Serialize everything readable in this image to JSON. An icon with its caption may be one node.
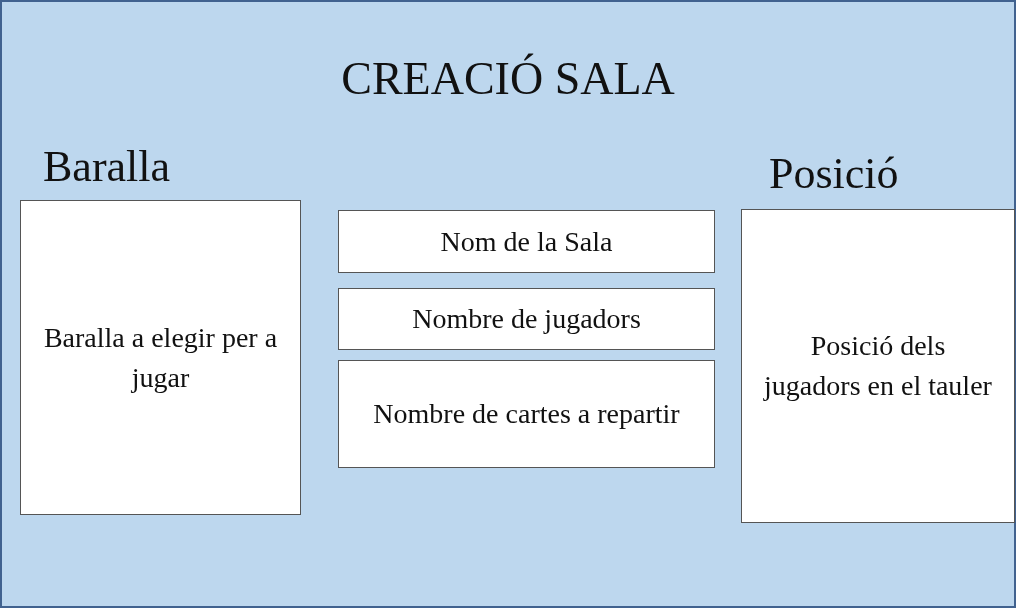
{
  "diagram": {
    "nodes": [
      {
        "text": [
          "CREACIÓ SALA"
        ]
      },
      {
        "text": [
          "Baralla",
          "Baralla a elegir per a jugar"
        ],
        "in": 0
      },
      {
        "text": [
          "Nom de la Sala"
        ],
        "in": 0
      },
      {
        "text": [
          "Nombre de jugadors"
        ],
        "in": 0
      },
      {
        "text": [
          "Nombre de cartes a repartir"
        ],
        "in": 0
      },
      {
        "text": [
          "Posició",
          "Posició dels jugadors en el tauler"
        ],
        "in": 0
      }
    ]
  }
}
